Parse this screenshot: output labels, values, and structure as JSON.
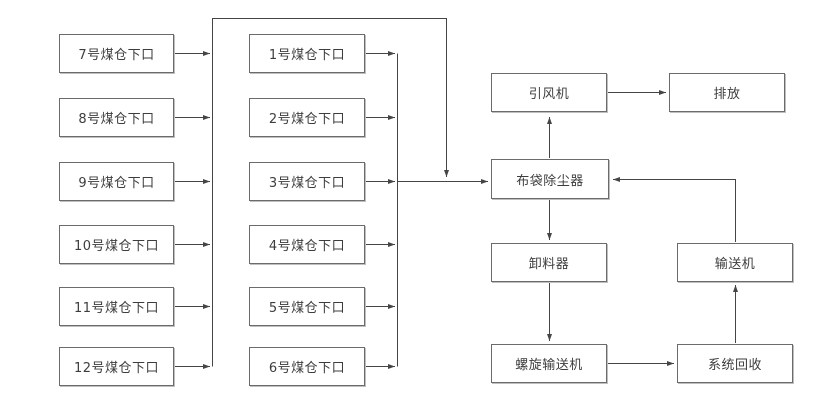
{
  "diagram": {
    "type": "process-flow",
    "left_column": [
      {
        "label": "7号煤仓下口"
      },
      {
        "label": "8号煤仓下口"
      },
      {
        "label": "9号煤仓下口"
      },
      {
        "label": "10号煤仓下口"
      },
      {
        "label": "11号煤仓下口"
      },
      {
        "label": "12号煤仓下口"
      }
    ],
    "middle_column": [
      {
        "label": "1号煤仓下口"
      },
      {
        "label": "2号煤仓下口"
      },
      {
        "label": "3号煤仓下口"
      },
      {
        "label": "4号煤仓下口"
      },
      {
        "label": "5号煤仓下口"
      },
      {
        "label": "6号煤仓下口"
      }
    ],
    "process": {
      "fan": {
        "label": "引风机"
      },
      "exhaust": {
        "label": "排放"
      },
      "bag_filter": {
        "label": "布袋除尘器"
      },
      "unloader": {
        "label": "卸料器"
      },
      "conveyor": {
        "label": "输送机"
      },
      "screw_conveyor": {
        "label": "螺旋输送机"
      },
      "recovery": {
        "label": "系统回收"
      }
    },
    "colors": {
      "line": "#454545",
      "box_border": "#6b6b6b",
      "text": "#3d3d3d",
      "background": "#ffffff"
    }
  }
}
